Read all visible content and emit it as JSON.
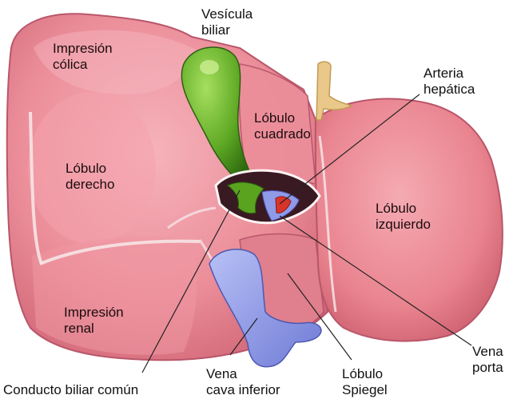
{
  "labels": {
    "vesicula": [
      "Vesícula",
      "biliar"
    ],
    "impresion_colica": [
      "Impresión",
      "cólica"
    ],
    "arteria": [
      "Arteria",
      "hepática"
    ],
    "lobulo_cuadrado": [
      "Lóbulo",
      "cuadrado"
    ],
    "lobulo_derecho": [
      "Lóbulo",
      "derecho"
    ],
    "lobulo_izquierdo": [
      "Lóbulo",
      "izquierdo"
    ],
    "impresion_renal": [
      "Impresión",
      "renal"
    ],
    "vena_porta": [
      "Vena",
      "porta"
    ],
    "conducto": "Conducto biliar común",
    "vena_cava": [
      "Vena",
      "cava inferior"
    ],
    "lobulo_spiegel": [
      "Lóbulo",
      "Spiegel"
    ]
  },
  "colors": {
    "liver": "#e98a97",
    "liver_light": "#f3a9b2",
    "liver_dark": "#c9606f",
    "gallbladder": "#5aa31f",
    "vena_cava": "#8c98e6",
    "artery": "#d8342a",
    "bile_duct": "#4f9a25",
    "ligament": "#e8c98a"
  }
}
